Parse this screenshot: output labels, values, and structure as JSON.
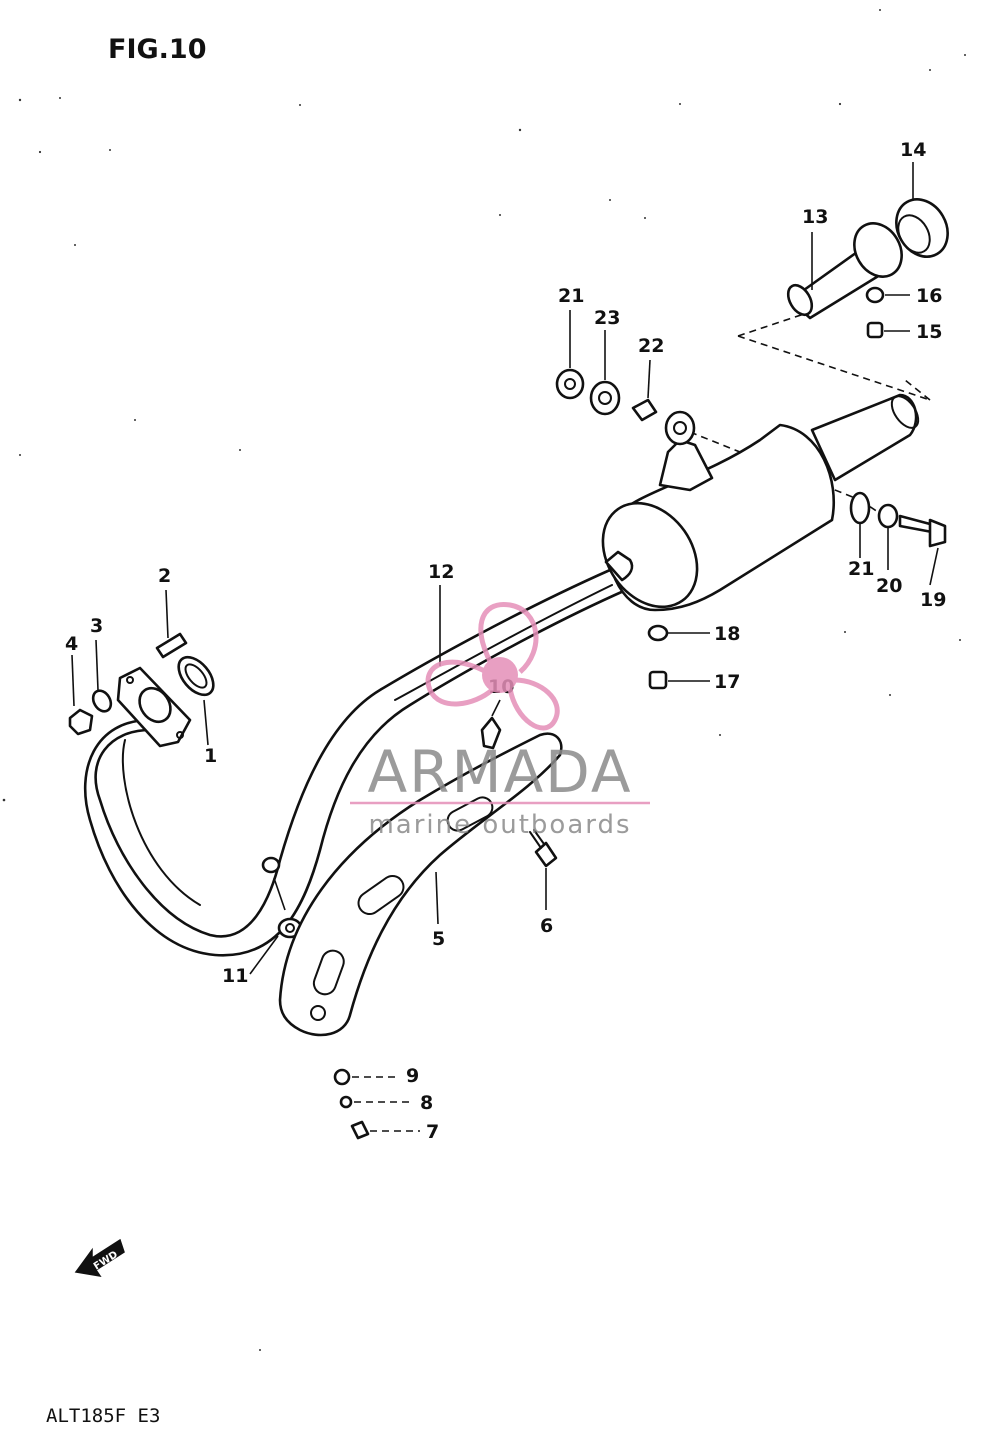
{
  "figure_title": "FIG.10",
  "model_code": "ALT185F E3",
  "fwd_label": "FWD",
  "watermark": {
    "brand": "ARMADA",
    "tagline": "marine outboards",
    "brand_color": "#8a8a8a",
    "logo_color": "#e58fb8"
  },
  "callouts": {
    "p1": "1",
    "p2": "2",
    "p3": "3",
    "p4": "4",
    "p5": "5",
    "p6": "6",
    "p7": "7",
    "p8": "8",
    "p9": "9",
    "p10": "10",
    "p11": "11",
    "p12": "12",
    "p13": "13",
    "p14": "14",
    "p15": "15",
    "p16": "16",
    "p17": "17",
    "p18": "18",
    "p19": "19",
    "p20": "20",
    "p21a": "21",
    "p21b": "21",
    "p22": "22",
    "p23": "23"
  }
}
